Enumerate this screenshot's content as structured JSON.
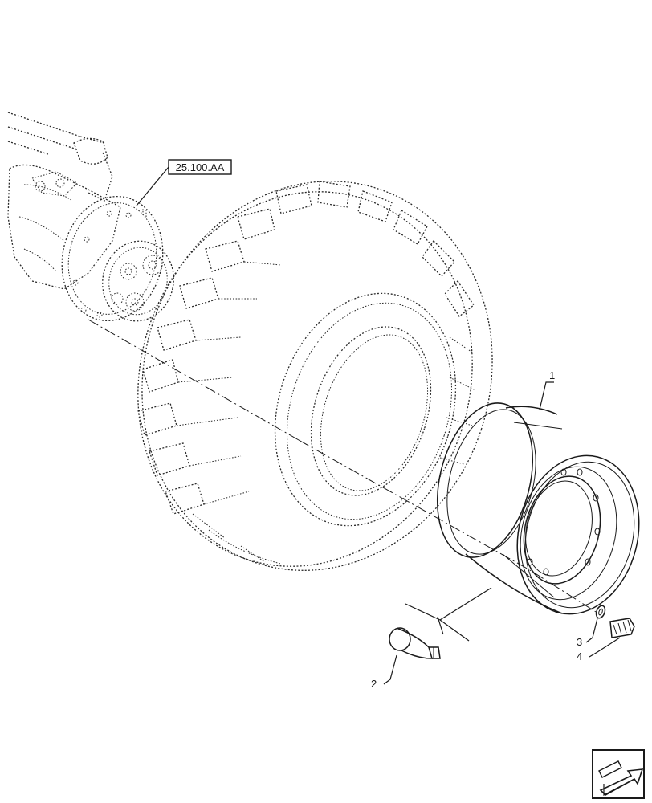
{
  "diagram": {
    "reference_box": {
      "label": "25.100.AA"
    },
    "callouts": [
      {
        "id": "1",
        "label": "1",
        "part": "wheel-rim"
      },
      {
        "id": "2",
        "label": "2",
        "part": "valve"
      },
      {
        "id": "3",
        "label": "3",
        "part": "washer"
      },
      {
        "id": "4",
        "label": "4",
        "part": "bolt"
      }
    ],
    "nav_icon": "next-page-arrow-icon"
  }
}
